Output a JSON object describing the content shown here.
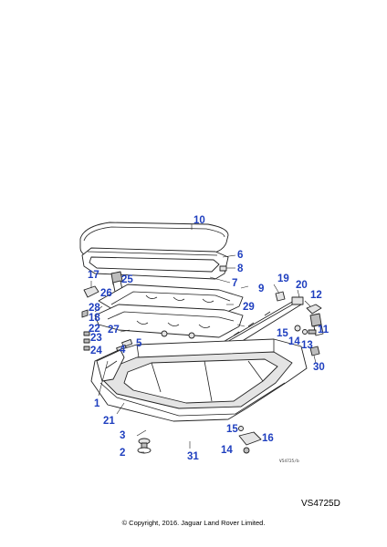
{
  "diagram": {
    "callouts": [
      {
        "id": "c10",
        "label": "10"
      },
      {
        "id": "c6",
        "label": "6"
      },
      {
        "id": "c8",
        "label": "8"
      },
      {
        "id": "c17",
        "label": "17"
      },
      {
        "id": "c25",
        "label": "25"
      },
      {
        "id": "c19",
        "label": "19"
      },
      {
        "id": "c20",
        "label": "20"
      },
      {
        "id": "c7",
        "label": "7"
      },
      {
        "id": "c9",
        "label": "9"
      },
      {
        "id": "c26",
        "label": "26"
      },
      {
        "id": "c12",
        "label": "12"
      },
      {
        "id": "c28",
        "label": "28"
      },
      {
        "id": "c29",
        "label": "29"
      },
      {
        "id": "c18",
        "label": "18"
      },
      {
        "id": "c22",
        "label": "22"
      },
      {
        "id": "c27",
        "label": "27"
      },
      {
        "id": "c15a",
        "label": "15"
      },
      {
        "id": "c11",
        "label": "11"
      },
      {
        "id": "c23",
        "label": "23"
      },
      {
        "id": "c14a",
        "label": "14"
      },
      {
        "id": "c13",
        "label": "13"
      },
      {
        "id": "c5",
        "label": "5"
      },
      {
        "id": "c24",
        "label": "24"
      },
      {
        "id": "c4",
        "label": "4"
      },
      {
        "id": "c30",
        "label": "30"
      },
      {
        "id": "c1",
        "label": "1"
      },
      {
        "id": "c21",
        "label": "21"
      },
      {
        "id": "c15b",
        "label": "15"
      },
      {
        "id": "c3",
        "label": "3"
      },
      {
        "id": "c16",
        "label": "16"
      },
      {
        "id": "c14b",
        "label": "14"
      },
      {
        "id": "c2",
        "label": "2"
      },
      {
        "id": "c31",
        "label": "31"
      }
    ],
    "inner_code": "V54725/b",
    "reference_code": "VS4725D",
    "copyright": "© Copyright, 2016. Jaguar Land Rover Limited."
  }
}
